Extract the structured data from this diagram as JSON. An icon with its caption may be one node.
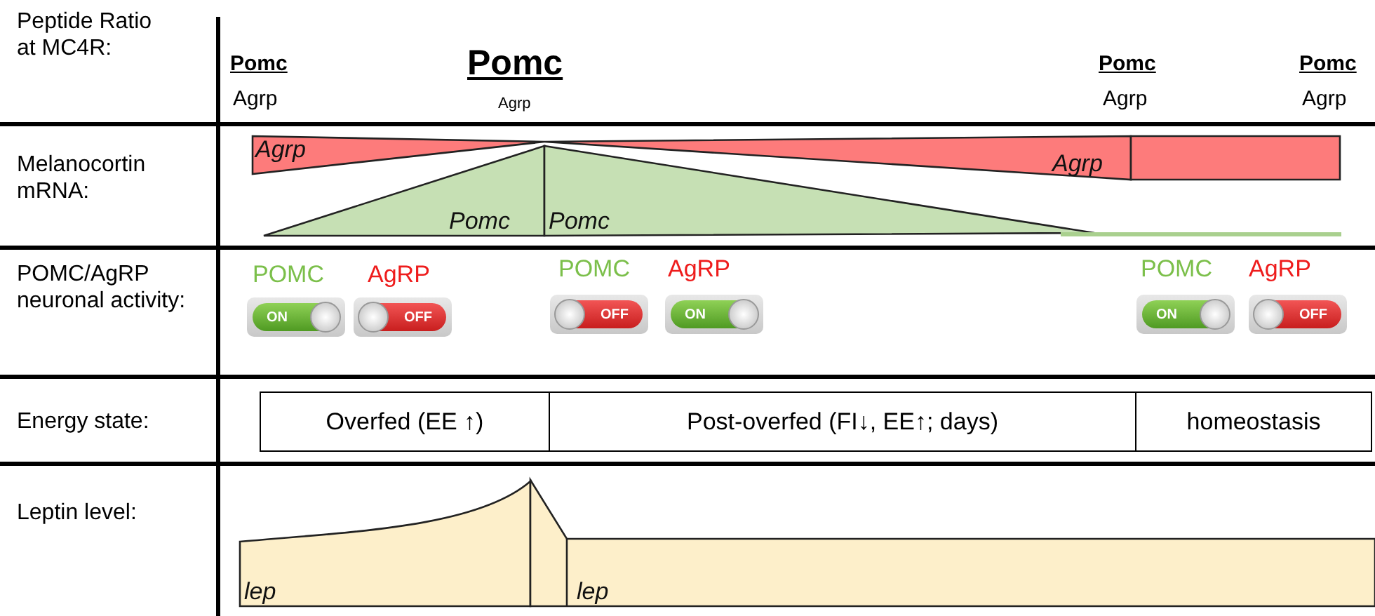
{
  "diagram": {
    "nodes": [
      {
        "text": [
          "Agrp"
        ]
      },
      {
        "text": [
          "Agrp"
        ]
      },
      {
        "text": [],
        "shape": "box"
      },
      {
        "text": [
          "Pomc"
        ]
      },
      {
        "text": [
          "Pomc"
        ]
      },
      {
        "text": [
          "ON"
        ]
      },
      {
        "text": [
          "OFF"
        ]
      },
      {
        "text": [
          "OFF"
        ]
      },
      {
        "text": [
          "ON"
        ]
      },
      {
        "text": [
          "ON"
        ]
      },
      {
        "text": [
          "OFF"
        ]
      },
      {
        "text": [
          "Overfed (EE ↑)"
        ]
      },
      {
        "text": [
          "Post-overfed (FI↓, EE↑; days)"
        ]
      },
      {
        "text": [
          "homeostasis"
        ]
      },
      {
        "text": [
          "lep"
        ]
      },
      {
        "text": [
          "lep"
        ]
      }
    ],
    "labels": [
      "Peptide Ratio at MC4R:",
      "Pomc",
      "Agrp",
      "Pomc",
      "Agrp",
      "Pomc",
      "Agrp",
      "Pomc",
      "Agrp",
      "Melanocortin mRNA:",
      "POMC/AgRP neuronal activity:",
      "POMC",
      "AgRP",
      "POMC",
      "AgRP",
      "POMC",
      "AgRP",
      "Energy state:",
      "Leptin level:"
    ]
  }
}
